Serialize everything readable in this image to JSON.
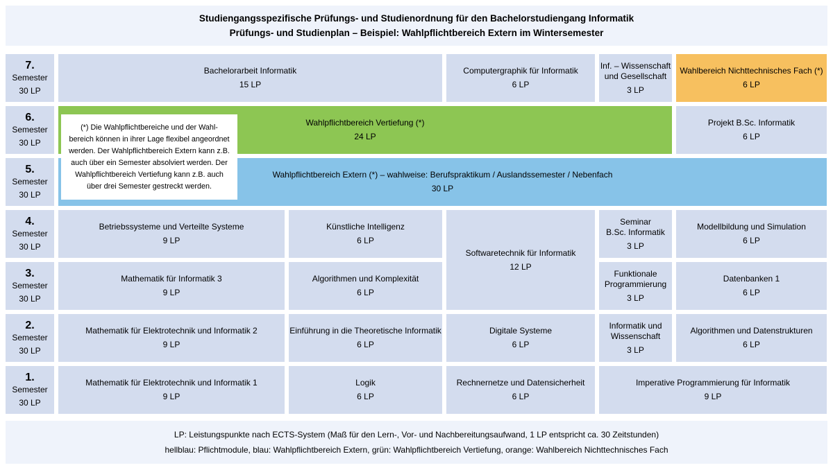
{
  "title": {
    "line1": "Studiengangsspezifische Prüfungs- und Studienordnung für den Bachelorstudiengang Informatik",
    "line2": "Prüfungs- und Studienplan – Beispiel: Wahlpflichtbereich Extern im Wintersemester"
  },
  "colors": {
    "pflichtmodule": "#D3DCEE",
    "wahlpflicht_extern": "#87C3E8",
    "wahlpflicht_vertiefung": "#8DC653",
    "wahlbereich_nichttechnisch": "#F7C05F",
    "band_background": "#EFF3FB"
  },
  "semesters": [
    {
      "num": "7.",
      "word": "Semester",
      "lp": "30 LP"
    },
    {
      "num": "6.",
      "word": "Semester",
      "lp": "30 LP"
    },
    {
      "num": "5.",
      "word": "Semester",
      "lp": "30 LP"
    },
    {
      "num": "4.",
      "word": "Semester",
      "lp": "30 LP"
    },
    {
      "num": "3.",
      "word": "Semester",
      "lp": "30 LP"
    },
    {
      "num": "2.",
      "word": "Semester",
      "lp": "30 LP"
    },
    {
      "num": "1.",
      "word": "Semester",
      "lp": "30 LP"
    }
  ],
  "modules": {
    "bachelorarbeit": {
      "name": "Bachelorarbeit Informatik",
      "lp": "15 LP"
    },
    "computergraphik": {
      "name": "Computergraphik für Informatik",
      "lp": "6 LP"
    },
    "inf_wg": {
      "name": "Inf. – Wissenschaft\nund Gesellschaft",
      "lp": "3 LP"
    },
    "wahlbereich_ntf": {
      "name": "Wahlbereich Nichttechnisches Fach (*)",
      "lp": "6 LP"
    },
    "vertiefung": {
      "name": "Wahlpflichtbereich Vertiefung (*)",
      "lp": "24 LP"
    },
    "projekt": {
      "name": "Projekt B.Sc. Informatik",
      "lp": "6 LP"
    },
    "extern": {
      "name": "Wahlpflichtbereich Extern (*) – wahlweise: Berufspraktikum / Auslandssemester / Nebenfach",
      "lp": "30 LP"
    },
    "betriebssysteme": {
      "name": "Betriebssysteme und Verteilte Systeme",
      "lp": "9 LP"
    },
    "ki": {
      "name": "Künstliche Intelligenz",
      "lp": "6 LP"
    },
    "softwaretechnik": {
      "name": "Softwaretechnik für Informatik",
      "lp": "12 LP"
    },
    "seminar": {
      "name": "Seminar\nB.Sc. Informatik",
      "lp": "3 LP"
    },
    "modellbildung": {
      "name": "Modellbildung und Simulation",
      "lp": "6 LP"
    },
    "mathe_inf3": {
      "name": "Mathematik für Informatik 3",
      "lp": "9 LP"
    },
    "algo_komplexitaet": {
      "name": "Algorithmen und Komplexität",
      "lp": "6 LP"
    },
    "funktionale": {
      "name": "Funktionale\nProgrammierung",
      "lp": "3 LP"
    },
    "datenbanken": {
      "name": "Datenbanken 1",
      "lp": "6 LP"
    },
    "mathe_eti2": {
      "name": "Mathematik für Elektrotechnik und Informatik 2",
      "lp": "9 LP"
    },
    "theo_inf": {
      "name": "Einführung in die Theoretische Informatik",
      "lp": "6 LP"
    },
    "digitale": {
      "name": "Digitale Systeme",
      "lp": "6 LP"
    },
    "inf_wiss": {
      "name": "Informatik und\nWissenschaft",
      "lp": "3 LP"
    },
    "algo_datenstrukturen": {
      "name": "Algorithmen und Datenstrukturen",
      "lp": "6 LP"
    },
    "mathe_eti1": {
      "name": "Mathematik für Elektrotechnik und Informatik 1",
      "lp": "9 LP"
    },
    "logik": {
      "name": "Logik",
      "lp": "6 LP"
    },
    "rechnernetze": {
      "name": "Rechnernetze und Datensicherheit",
      "lp": "6 LP"
    },
    "imperative": {
      "name": "Imperative Programmierung für Informatik",
      "lp": "9 LP"
    }
  },
  "note": {
    "text": "(*) Die Wahlpflichtbereiche und der Wahl-\nbereich können in ihrer Lage flexibel angeordnet\nwerden. Der Wahlpflichtbereich Extern kann z.B.\nauch über ein Semester absolviert werden. Der\nWahlpflichtbereich Vertiefung kann z.B. auch\nüber drei Semester gestreckt werden."
  },
  "footer": {
    "line1": "LP: Leistungspunkte nach ECTS-System (Maß für den Lern-, Vor- und Nachbereitungsaufwand, 1 LP entspricht ca. 30 Zeitstunden)",
    "line2": "hellblau: Pflichtmodule, blau: Wahlpflichtbereich Extern, grün: Wahlpflichtbereich Vertiefung, orange: Wahlbereich Nichttechnisches Fach"
  }
}
